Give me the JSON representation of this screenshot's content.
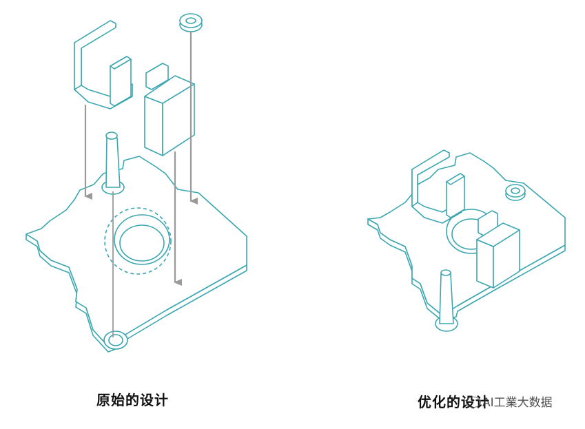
{
  "captions": {
    "original": "原始的设计",
    "optimized": "优化的设计"
  },
  "watermark": {
    "text": "AI工業大数据",
    "icon": "wechat-icon"
  },
  "colors": {
    "outline": "#3aa6b0",
    "arrow": "#9a9a9a",
    "caption": "#111111"
  }
}
